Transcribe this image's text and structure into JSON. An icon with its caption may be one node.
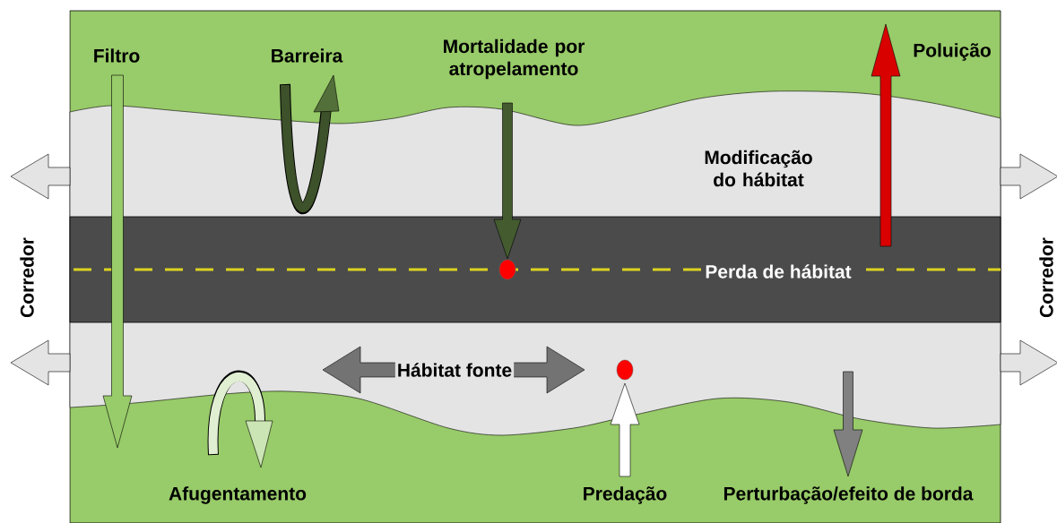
{
  "diagram": {
    "labels": [
      "Filtro",
      "Barreira",
      "Mortalidade por atropelamento",
      "Poluição",
      "Modificação do hábitat",
      "Corredor",
      "Corredor",
      "Perda de hábitat",
      "Hábitat fonte",
      "Afugentamento",
      "Predação",
      "Perturbação/efeito de borda"
    ]
  }
}
